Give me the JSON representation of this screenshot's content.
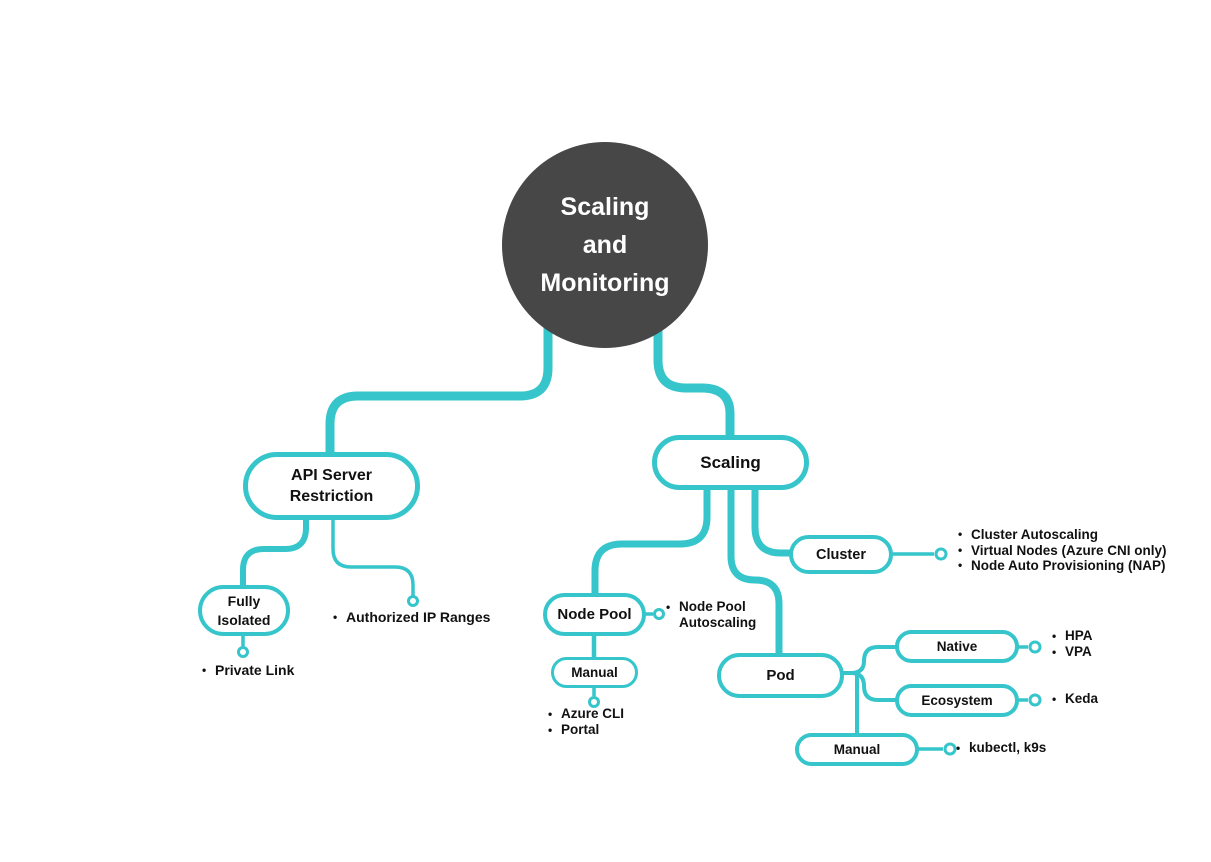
{
  "colors": {
    "accent_teal": "#35c5ca",
    "root_background": "#474747",
    "text": "#111111"
  },
  "root": {
    "line1": "Scaling",
    "line2": "and",
    "line3": "Monitoring"
  },
  "nodes": {
    "api_server": {
      "line1": "API Server",
      "line2": "Restriction"
    },
    "fully_isolated": {
      "line1": "Fully",
      "line2": "Isolated"
    },
    "scaling": {
      "label": "Scaling"
    },
    "cluster": {
      "label": "Cluster"
    },
    "node_pool": {
      "label": "Node Pool"
    },
    "manual_node_pool": {
      "label": "Manual"
    },
    "pod": {
      "label": "Pod"
    },
    "native": {
      "label": "Native"
    },
    "ecosystem": {
      "label": "Ecosystem"
    },
    "manual_pod": {
      "label": "Manual"
    }
  },
  "bullets": {
    "private_link": [
      "Private Link"
    ],
    "authorized_ip": [
      "Authorized IP Ranges"
    ],
    "node_pool_autoscaling": [
      "Node Pool Autoscaling"
    ],
    "cluster": [
      "Cluster Autoscaling",
      "Virtual Nodes (Azure CNI only)",
      "Node Auto Provisioning (NAP)"
    ],
    "manual_node_pool": [
      "Azure CLI",
      "Portal"
    ],
    "native": [
      "HPA",
      "VPA"
    ],
    "ecosystem": [
      "Keda"
    ],
    "manual_pod": [
      "kubectl, k9s"
    ]
  }
}
